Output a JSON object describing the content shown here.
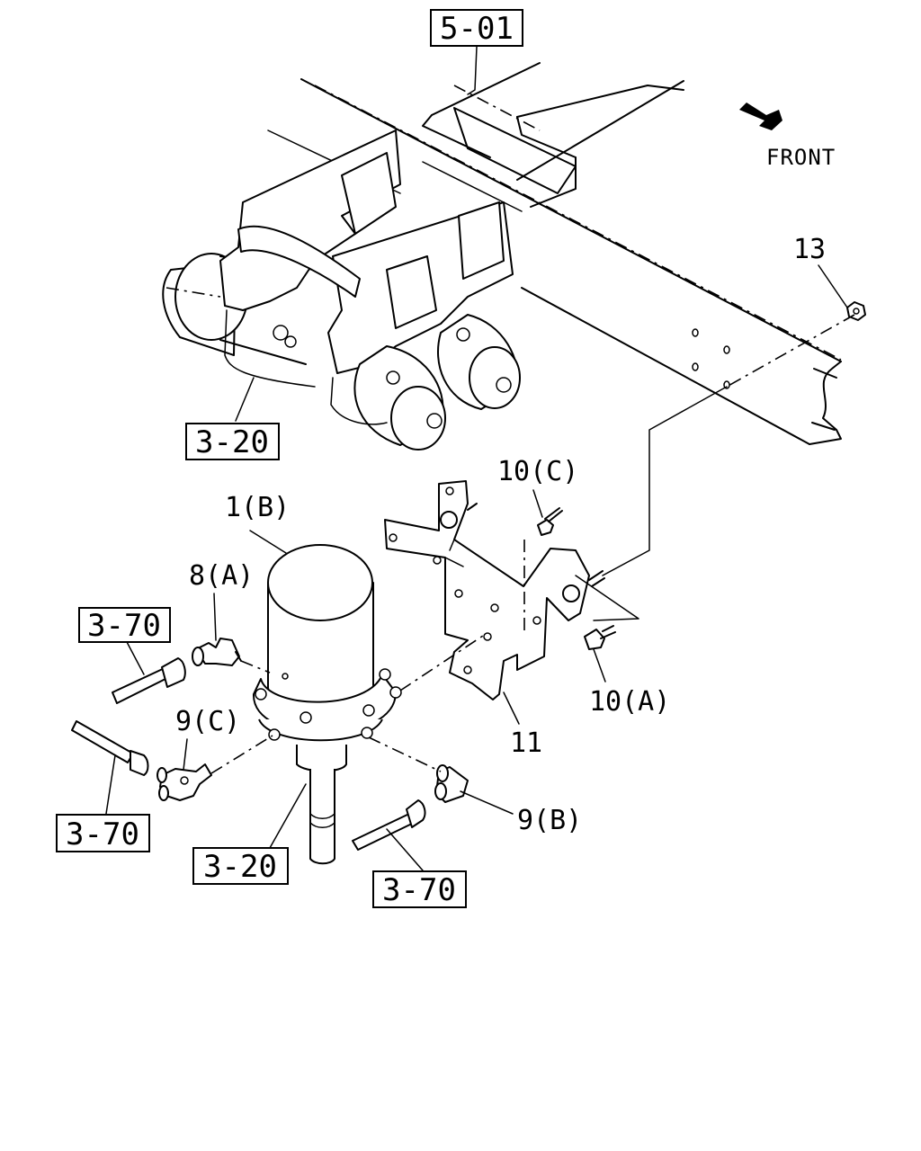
{
  "orientation": {
    "label": "FRONT",
    "icon": "front-arrow-icon"
  },
  "reference_boxes": {
    "frame": "5-01",
    "air_tanks": "3-20",
    "pipe_left_upper": "3-70",
    "pipe_left_lower": "3-70",
    "drain_hose": "3-20",
    "pipe_right": "3-70"
  },
  "callouts": {
    "dryer": "1(B)",
    "elbow_8a": "8(A)",
    "tee_9c": "9(C)",
    "elbow_9b": "9(B)",
    "bolt_10c": "10(C)",
    "bolt_10a": "10(A)",
    "bracket_11": "11",
    "nut_13": "13"
  }
}
